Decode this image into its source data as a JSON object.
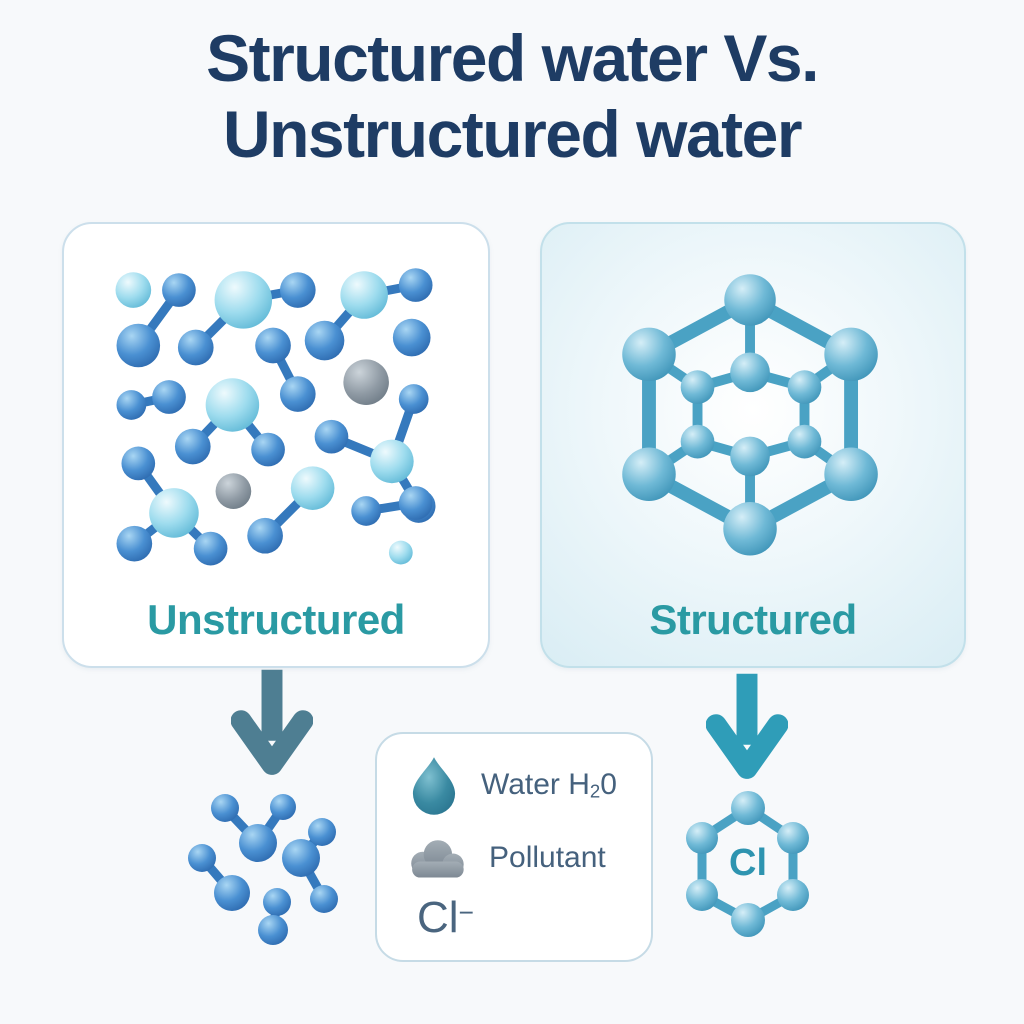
{
  "title": {
    "line1": "Structured water Vs.",
    "line2": "Unstructured water"
  },
  "colors": {
    "title_text": "#1e3c64",
    "panel_label_text": "#2a9aa3",
    "legend_text": "#45617d",
    "arrow_left": "#4e7e92",
    "arrow_right": "#2f9db8",
    "sphere_blue": "#4a90d2",
    "sphere_cyan": "#9edcee",
    "sphere_gray": "#8f9aa4",
    "sphere_teal": "#6fb9d6",
    "chloride_label_text": "#2e94b0",
    "bonds": {
      "blue": "#3579bd",
      "teal": "#4aa2c4"
    }
  },
  "panels": {
    "unstructured": {
      "label": "Unstructured",
      "bond_color": "blue",
      "bond_width": 9,
      "bonds": [
        [
          116,
          65,
          75,
          121
        ],
        [
          181,
          75,
          236,
          65
        ],
        [
          181,
          75,
          133,
          123
        ],
        [
          303,
          70,
          355,
          60
        ],
        [
          303,
          70,
          263,
          116
        ],
        [
          211,
          121,
          236,
          170
        ],
        [
          68,
          181,
          106,
          173
        ],
        [
          170,
          181,
          130,
          223
        ],
        [
          170,
          181,
          206,
          226
        ],
        [
          270,
          213,
          331,
          238
        ],
        [
          331,
          238,
          353,
          175
        ],
        [
          331,
          238,
          358,
          283
        ],
        [
          75,
          240,
          111,
          290
        ],
        [
          111,
          290,
          71,
          321
        ],
        [
          111,
          290,
          148,
          326
        ],
        [
          251,
          265,
          203,
          313
        ],
        [
          305,
          288,
          355,
          280
        ]
      ],
      "spheres": [
        [
          70,
          65,
          18,
          "c"
        ],
        [
          116,
          65,
          17,
          "b"
        ],
        [
          75,
          121,
          22,
          "b"
        ],
        [
          181,
          75,
          29,
          "c"
        ],
        [
          236,
          65,
          18,
          "b"
        ],
        [
          133,
          123,
          18,
          "b"
        ],
        [
          303,
          70,
          24,
          "c"
        ],
        [
          355,
          60,
          17,
          "b"
        ],
        [
          263,
          116,
          20,
          "b"
        ],
        [
          351,
          113,
          19,
          "b"
        ],
        [
          211,
          121,
          18,
          "b"
        ],
        [
          236,
          170,
          18,
          "b"
        ],
        [
          305,
          158,
          23,
          "g"
        ],
        [
          68,
          181,
          15,
          "b"
        ],
        [
          106,
          173,
          17,
          "b"
        ],
        [
          170,
          181,
          27,
          "c"
        ],
        [
          130,
          223,
          18,
          "b"
        ],
        [
          206,
          226,
          17,
          "b"
        ],
        [
          270,
          213,
          17,
          "b"
        ],
        [
          331,
          238,
          22,
          "c"
        ],
        [
          353,
          175,
          15,
          "b"
        ],
        [
          358,
          283,
          17,
          "b"
        ],
        [
          75,
          240,
          17,
          "b"
        ],
        [
          111,
          290,
          25,
          "c"
        ],
        [
          71,
          321,
          18,
          "b"
        ],
        [
          148,
          326,
          17,
          "b"
        ],
        [
          171,
          268,
          18,
          "g"
        ],
        [
          251,
          265,
          22,
          "c"
        ],
        [
          203,
          313,
          18,
          "b"
        ],
        [
          305,
          288,
          15,
          "b"
        ],
        [
          355,
          280,
          17,
          "b"
        ],
        [
          340,
          330,
          12,
          "c"
        ]
      ]
    },
    "structured": {
      "label": "Structured",
      "bond_color": "teal",
      "bond_width": 10,
      "bonds": [
        [
          210,
          75,
          108,
          130,
          14
        ],
        [
          210,
          75,
          312,
          130,
          14
        ],
        [
          108,
          130,
          108,
          251,
          14
        ],
        [
          312,
          130,
          312,
          251,
          14
        ],
        [
          108,
          251,
          210,
          306,
          14
        ],
        [
          312,
          251,
          210,
          306,
          14
        ],
        [
          210,
          148,
          157,
          163
        ],
        [
          210,
          148,
          265,
          163
        ],
        [
          157,
          163,
          157,
          218
        ],
        [
          265,
          163,
          265,
          218
        ],
        [
          157,
          218,
          210,
          233
        ],
        [
          265,
          218,
          210,
          233
        ],
        [
          210,
          75,
          210,
          148
        ],
        [
          108,
          130,
          157,
          163
        ],
        [
          312,
          130,
          265,
          163
        ],
        [
          108,
          251,
          157,
          218
        ],
        [
          312,
          251,
          265,
          218
        ],
        [
          210,
          306,
          210,
          233
        ]
      ],
      "spheres": [
        [
          210,
          75,
          26,
          "t"
        ],
        [
          108,
          130,
          27,
          "t"
        ],
        [
          312,
          130,
          27,
          "t"
        ],
        [
          108,
          251,
          27,
          "t"
        ],
        [
          312,
          251,
          27,
          "t"
        ],
        [
          210,
          306,
          27,
          "t"
        ],
        [
          210,
          148,
          20,
          "t"
        ],
        [
          157,
          163,
          17,
          "t"
        ],
        [
          265,
          163,
          17,
          "t"
        ],
        [
          157,
          218,
          17,
          "t"
        ],
        [
          265,
          218,
          17,
          "t"
        ],
        [
          210,
          233,
          20,
          "t"
        ]
      ]
    }
  },
  "legend": {
    "water": {
      "icon": "water-drop-icon",
      "prefix": "Water H",
      "sub": "2",
      "suffix": "0"
    },
    "pollutant": {
      "icon": "pollutant-cloud-icon",
      "label": "Pollutant"
    },
    "chloride": {
      "text": "Cl",
      "sup": "−"
    }
  },
  "results": {
    "unstructured": {
      "bond_color": "blue",
      "bond_width": 9,
      "bonds": [
        [
          50,
          30,
          83,
          65
        ],
        [
          83,
          65,
          108,
          29
        ],
        [
          147,
          54,
          126,
          80
        ],
        [
          126,
          80,
          149,
          121
        ],
        [
          27,
          80,
          57,
          115
        ],
        [
          102,
          124,
          98,
          152
        ]
      ],
      "spheres": [
        [
          50,
          30,
          14,
          "b"
        ],
        [
          83,
          65,
          19,
          "b"
        ],
        [
          108,
          29,
          13,
          "b"
        ],
        [
          147,
          54,
          14,
          "b"
        ],
        [
          126,
          80,
          19,
          "b"
        ],
        [
          149,
          121,
          14,
          "b"
        ],
        [
          27,
          80,
          14,
          "b"
        ],
        [
          57,
          115,
          18,
          "b"
        ],
        [
          102,
          124,
          14,
          "b"
        ],
        [
          98,
          152,
          15,
          "b"
        ]
      ]
    },
    "structured": {
      "label": "Cl",
      "bond_color": "teal",
      "bond_width": 9,
      "bonds": [
        [
          93,
          33,
          138,
          63
        ],
        [
          138,
          63,
          138,
          120
        ],
        [
          138,
          120,
          93,
          145
        ],
        [
          93,
          145,
          47,
          120
        ],
        [
          47,
          120,
          47,
          63
        ],
        [
          47,
          63,
          93,
          33
        ]
      ],
      "spheres": [
        [
          93,
          33,
          17,
          "t"
        ],
        [
          138,
          63,
          16,
          "t"
        ],
        [
          138,
          120,
          16,
          "t"
        ],
        [
          93,
          145,
          17,
          "t"
        ],
        [
          47,
          120,
          16,
          "t"
        ],
        [
          47,
          63,
          16,
          "t"
        ]
      ]
    }
  }
}
